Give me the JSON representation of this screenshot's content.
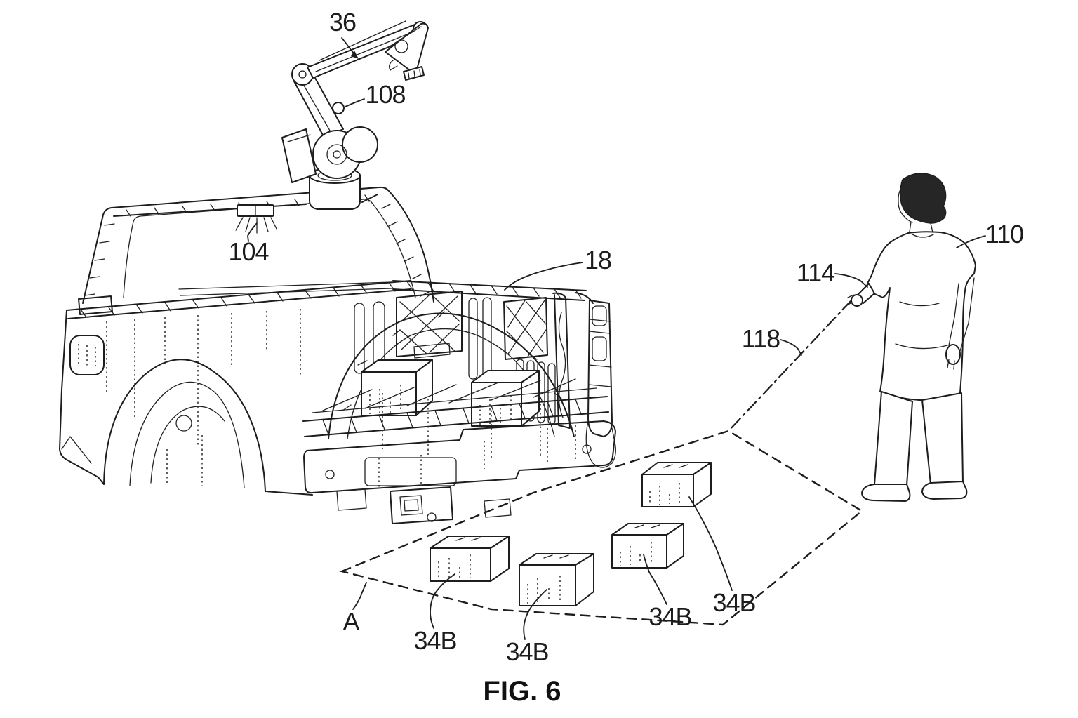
{
  "figure": {
    "caption": "FIG. 6",
    "labels": {
      "robotic_arm": "36",
      "arm_joint": "108",
      "sensor": "104",
      "truck_bed": "18",
      "person": "110",
      "pointing_hand": "114",
      "pointing_ray": "118",
      "target_area": "A",
      "ground_box_1": "34B",
      "ground_box_2": "34B",
      "ground_box_3": "34B",
      "ground_box_4": "34B"
    },
    "colors": {
      "ink": "#1d1d1d",
      "paper": "#ffffff"
    }
  }
}
